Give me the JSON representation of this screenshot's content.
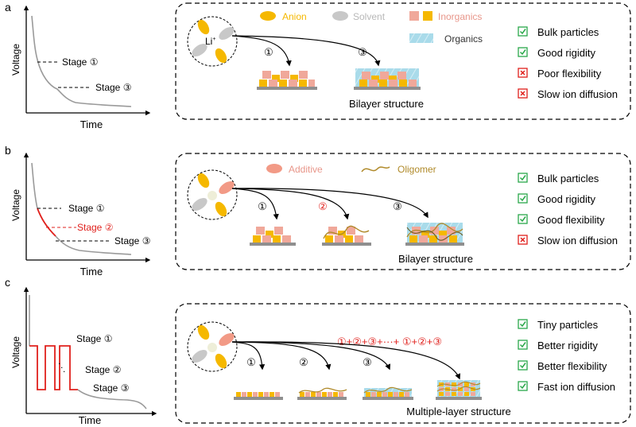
{
  "colors": {
    "anion": "#f5b800",
    "solvent": "#c8c8c8",
    "inorganic_pink": "#f0a89a",
    "inorganic_yellow": "#f5b800",
    "organic": "#a9dbea",
    "additive": "#f29a86",
    "oligomer": "#b08a2a",
    "red": "#e0201c",
    "substrate": "#8f8f8f",
    "curve": "#9a9a9a",
    "check_green": "#2aa84a",
    "cross_red": "#e0201c"
  },
  "panels": [
    {
      "letter": "a",
      "axis": {
        "xlabel": "Time",
        "ylabel": "Voltage"
      },
      "stage_labels": [
        "Stage ①",
        "Stage ③"
      ],
      "legend": {
        "anion": "Anion",
        "solvent": "Solvent",
        "inorganics": "Inorganics",
        "organics": "Organics"
      },
      "li_label": "Li",
      "li_sup": "+",
      "path_labels": [
        "①",
        "③"
      ],
      "structure_label": "Bilayer structure",
      "properties": [
        {
          "text": "Bulk particles",
          "icon": "check-icon"
        },
        {
          "text": "Good rigidity",
          "icon": "check-icon"
        },
        {
          "text": "Poor flexibility",
          "icon": "cross-icon"
        },
        {
          "text": "Slow ion diffusion",
          "icon": "cross-icon"
        }
      ]
    },
    {
      "letter": "b",
      "axis": {
        "xlabel": "Time",
        "ylabel": "Voltage"
      },
      "stage_labels": [
        "Stage ①",
        "Stage ②",
        "Stage ③"
      ],
      "legend": {
        "additive": "Additive",
        "oligomer": "Oligomer"
      },
      "path_labels": [
        "①",
        "②",
        "③"
      ],
      "structure_label": "Bilayer structure",
      "properties": [
        {
          "text": "Bulk particles",
          "icon": "check-icon"
        },
        {
          "text": "Good rigidity",
          "icon": "check-icon"
        },
        {
          "text": "Good flexibility",
          "icon": "check-icon"
        },
        {
          "text": "Slow ion diffusion",
          "icon": "cross-icon"
        }
      ]
    },
    {
      "letter": "c",
      "axis": {
        "xlabel": "Time",
        "ylabel": "Voltage"
      },
      "stage_labels": [
        "Stage ①",
        "Stage ②",
        "Stage ③"
      ],
      "dots": ".",
      "sequence": "①+②+③+···+ ①+②+③",
      "path_labels": [
        "①",
        "②",
        "③"
      ],
      "structure_label": "Multiple-layer structure",
      "properties": [
        {
          "text": "Tiny particles",
          "icon": "check-icon"
        },
        {
          "text": "Better rigidity",
          "icon": "check-icon"
        },
        {
          "text": "Better flexibility",
          "icon": "check-icon"
        },
        {
          "text": "Fast ion diffusion",
          "icon": "check-icon"
        }
      ]
    }
  ]
}
